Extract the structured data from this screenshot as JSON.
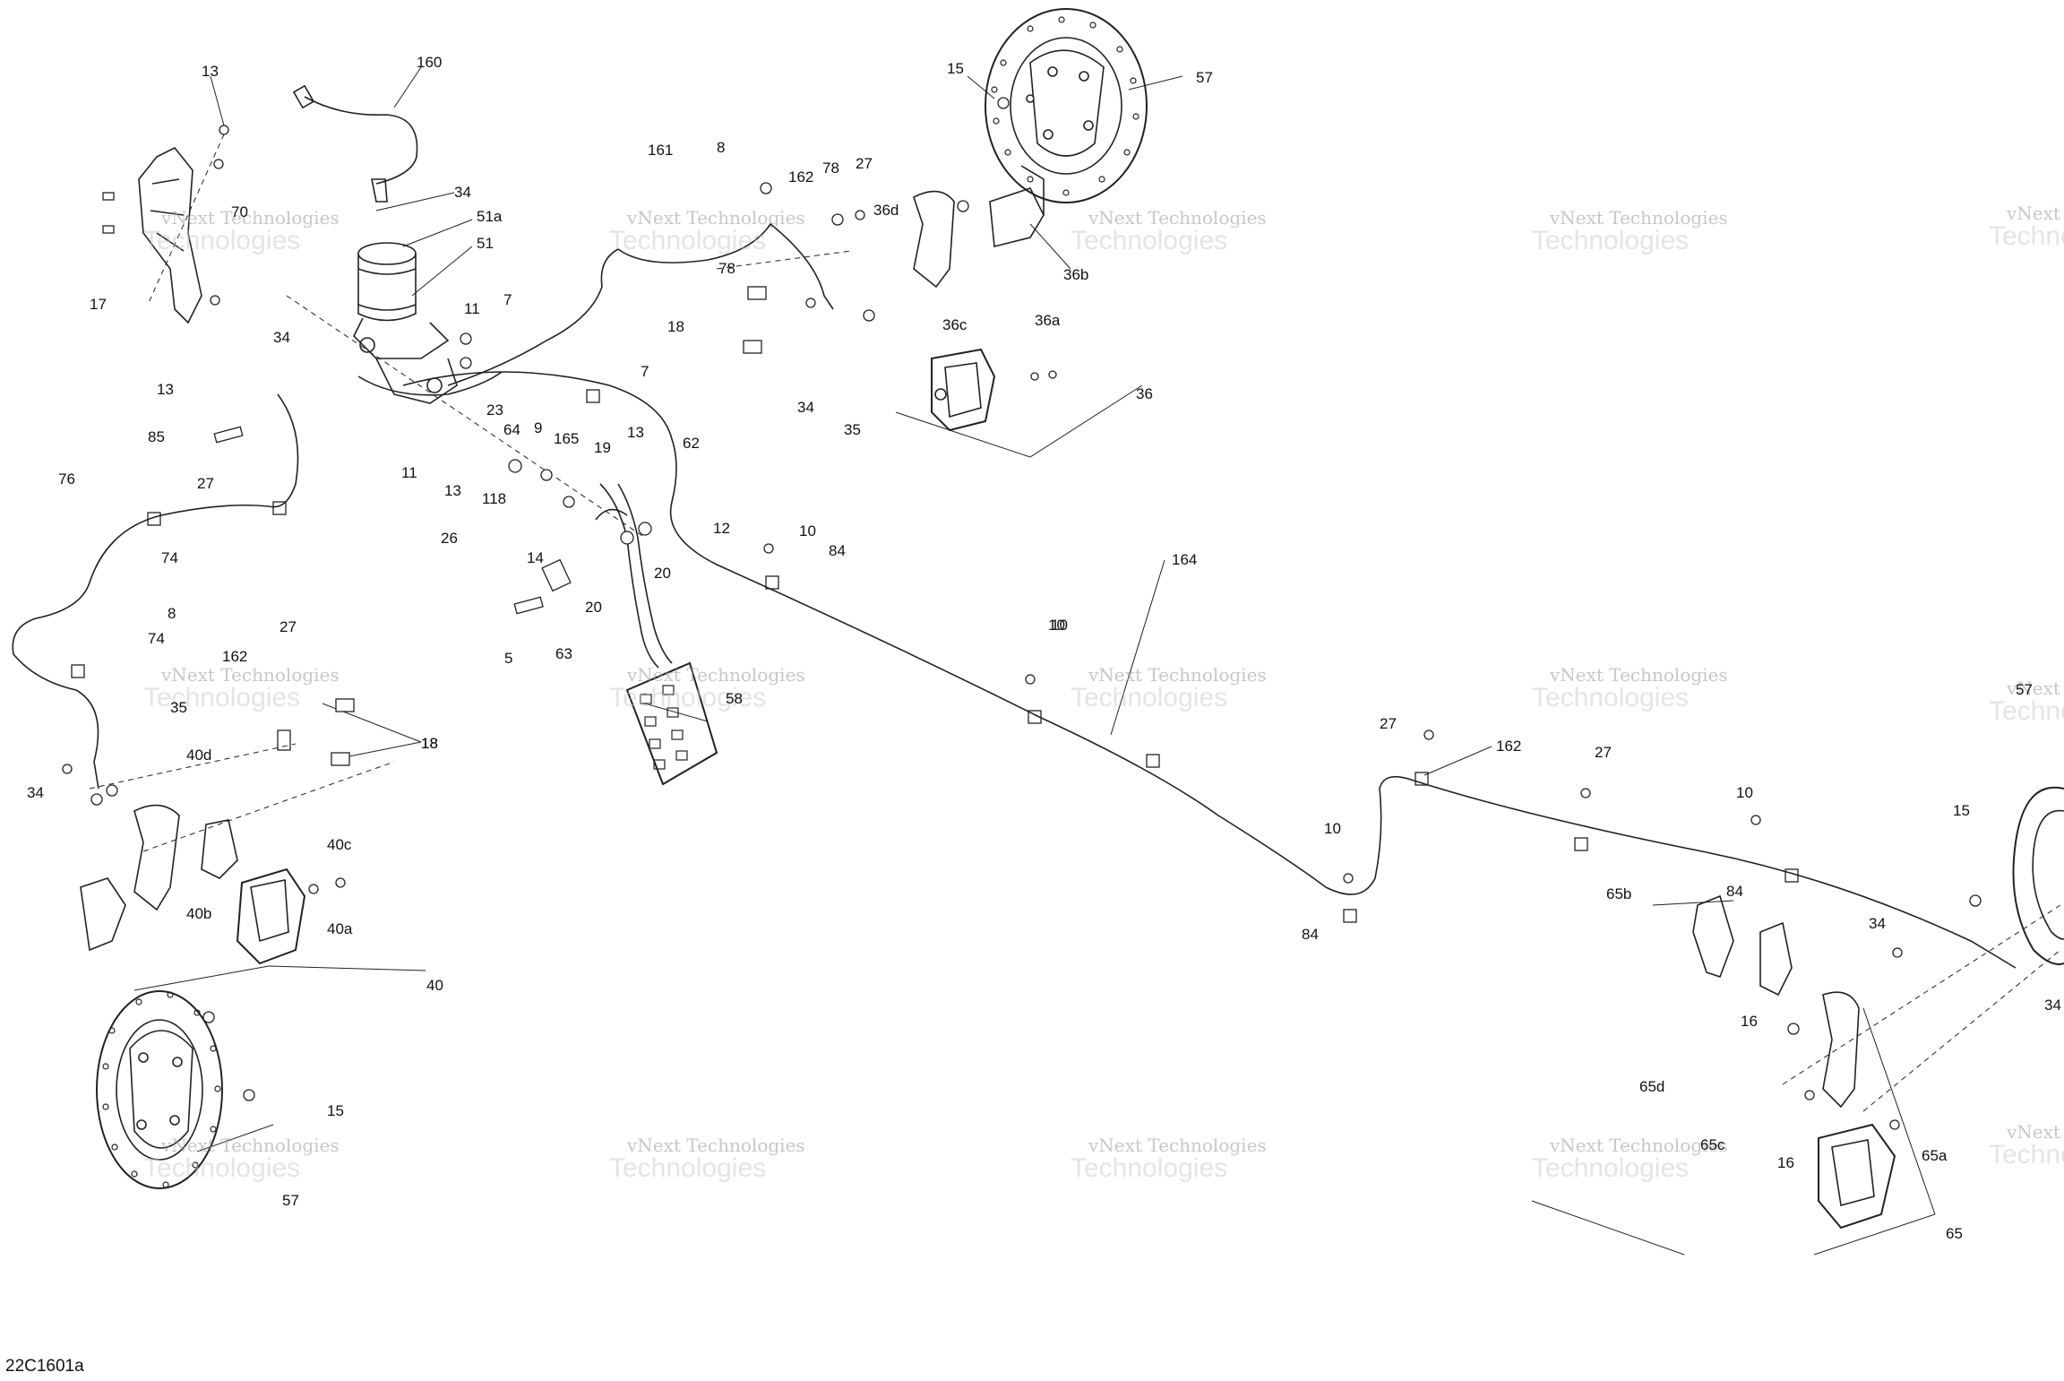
{
  "diagram_code": "22C1601a",
  "watermark": {
    "line1": "vNext Technologies",
    "line2": "Technologies"
  },
  "callouts": [
    "13",
    "160",
    "70",
    "34",
    "51a",
    "51",
    "17",
    "13",
    "7",
    "11",
    "34",
    "7",
    "85",
    "23",
    "64",
    "11",
    "13",
    "9",
    "165",
    "13",
    "27",
    "19",
    "62",
    "76",
    "118",
    "26",
    "14",
    "12",
    "74",
    "10",
    "84",
    "20",
    "20",
    "8",
    "5",
    "63",
    "74",
    "162",
    "27",
    "35",
    "18",
    "58",
    "40d",
    "18",
    "34",
    "40c",
    "40b",
    "40a",
    "40",
    "15",
    "57",
    "161",
    "8",
    "162",
    "78",
    "27",
    "36d",
    "78",
    "18",
    "34",
    "35",
    "15",
    "57",
    "36b",
    "36c",
    "36a",
    "36",
    "164",
    "10",
    "27",
    "162",
    "27",
    "10",
    "10",
    "84",
    "84",
    "57",
    "15",
    "65b",
    "34",
    "16",
    "34",
    "65d",
    "16",
    "65a",
    "65c",
    "65",
    "10"
  ],
  "colors": {
    "line": "#222222",
    "background": "#ffffff",
    "watermark": "#9a9a9a"
  }
}
